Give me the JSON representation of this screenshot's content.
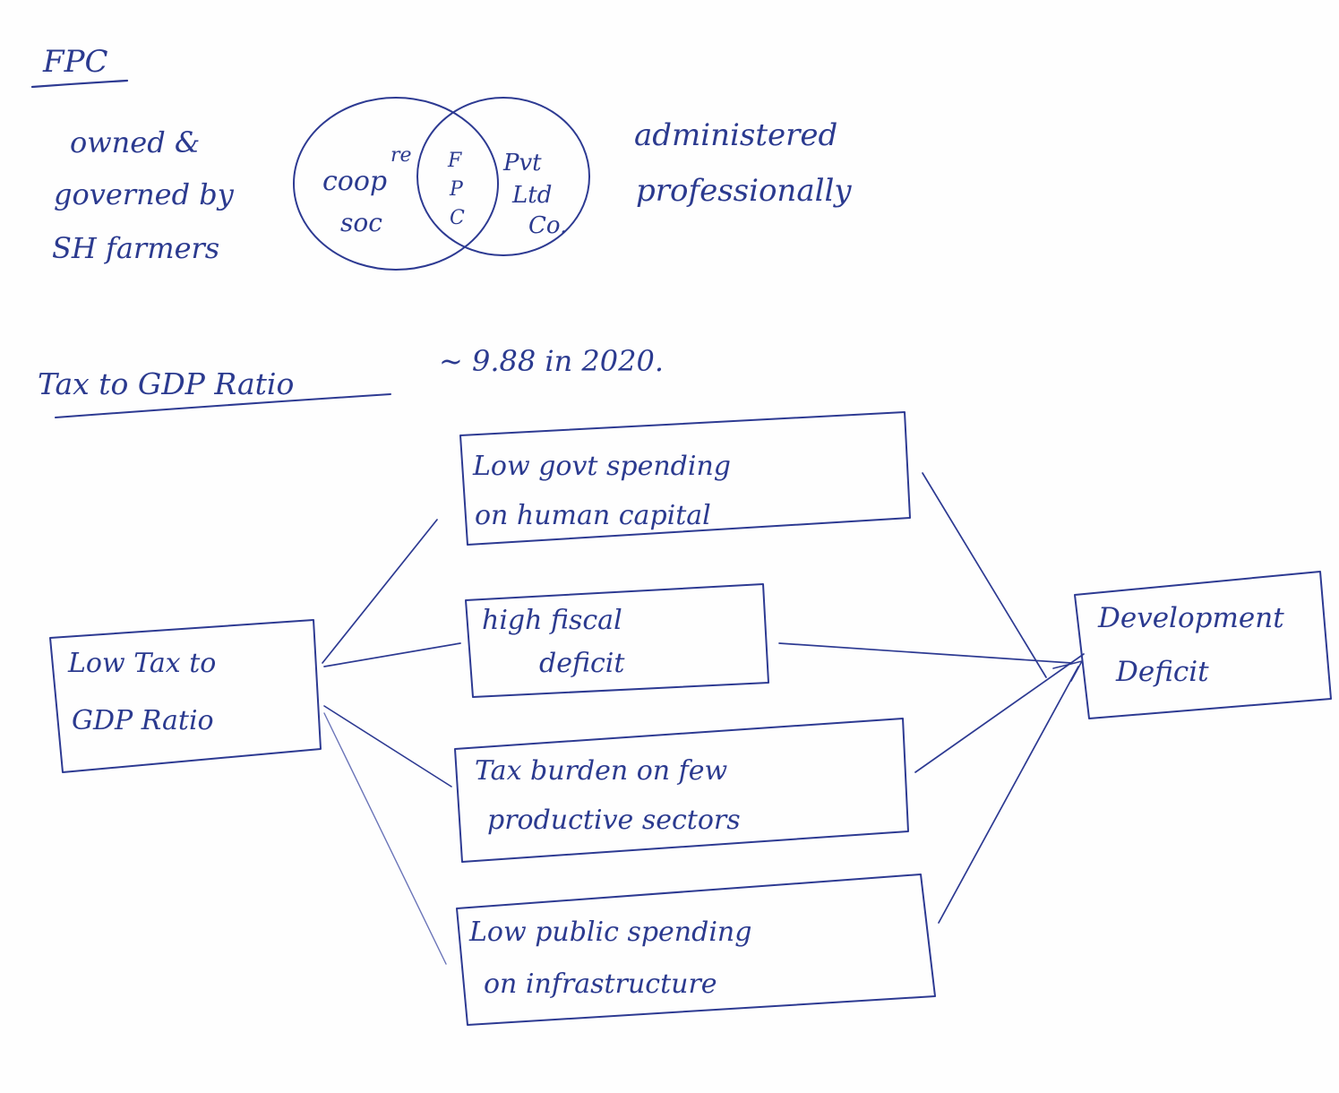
{
  "fpc_section": {
    "title": "FPC",
    "left_note": [
      "owned &",
      "governed by",
      "SH farmers"
    ],
    "venn_left": [
      "coop",
      "re",
      "soc"
    ],
    "venn_middle": [
      "F",
      "P",
      "C"
    ],
    "venn_right": [
      "Pvt",
      "Ltd",
      "Co."
    ],
    "right_note": [
      "administered",
      "professionally"
    ]
  },
  "tax_section": {
    "heading": "Tax to GDP Ratio",
    "value_note": "~ 9.88 in 2020."
  },
  "flow": {
    "source": [
      "Low Tax to",
      "GDP Ratio"
    ],
    "middle": [
      [
        "Low govt spending",
        "on human capital"
      ],
      [
        "high fiscal",
        "deficit"
      ],
      [
        "Tax burden on few",
        "productive sectors"
      ],
      [
        "Low public spending",
        "on infrastructure"
      ]
    ],
    "target": [
      "Development",
      "Deficit"
    ]
  },
  "colors": {
    "ink": "#2d3a92",
    "paper": "#fefefe"
  }
}
